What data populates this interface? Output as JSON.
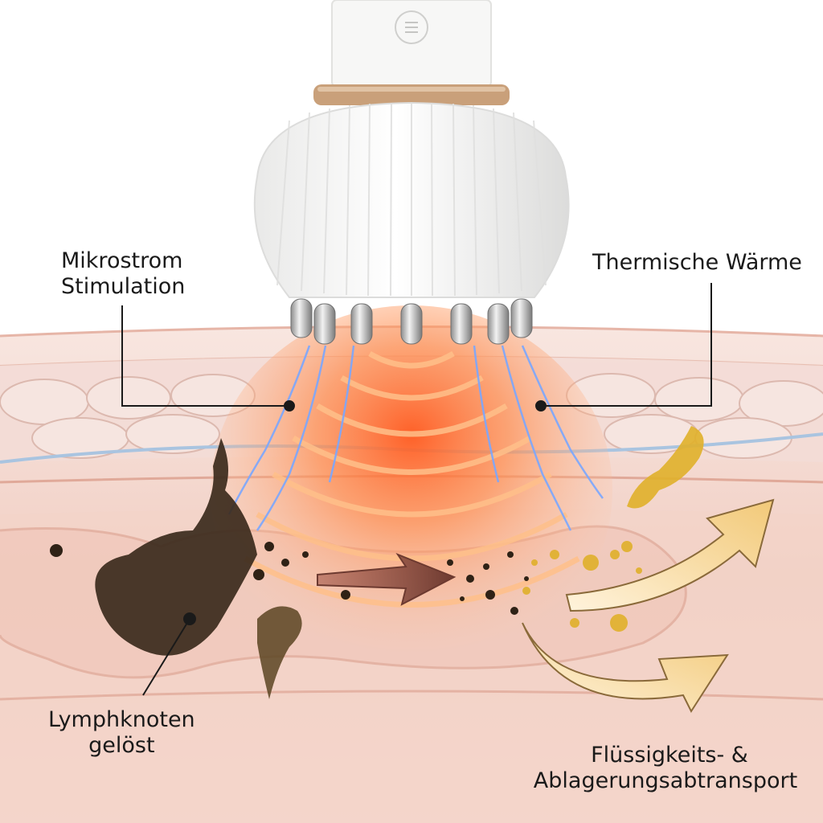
{
  "labels": {
    "micro": {
      "line1": "Mikrostrom",
      "line2": "Stimulation"
    },
    "thermal": "Thermische Wärme",
    "lymph": {
      "line1": "Lymphknoten",
      "line2": "gelöst"
    },
    "fluid": {
      "line1": "Flüssigkeits- &",
      "line2": "Ablagerungsabtransport"
    }
  },
  "colors": {
    "skin_light": "#f6e2dc",
    "skin_mid": "#efc9bd",
    "skin_dark": "#d9a697",
    "heat": "#ff6a2e",
    "heat_ring": "#ffc08a",
    "micro_current": "#7aa7ff",
    "deposit": "#3b2a1c",
    "oil": "#e0b02a",
    "arrow": "#f6d79a",
    "device_white": "#f7f7f6",
    "device_gold": "#c9a07a"
  },
  "icons": {
    "device_logo": "device-logo-icon"
  }
}
